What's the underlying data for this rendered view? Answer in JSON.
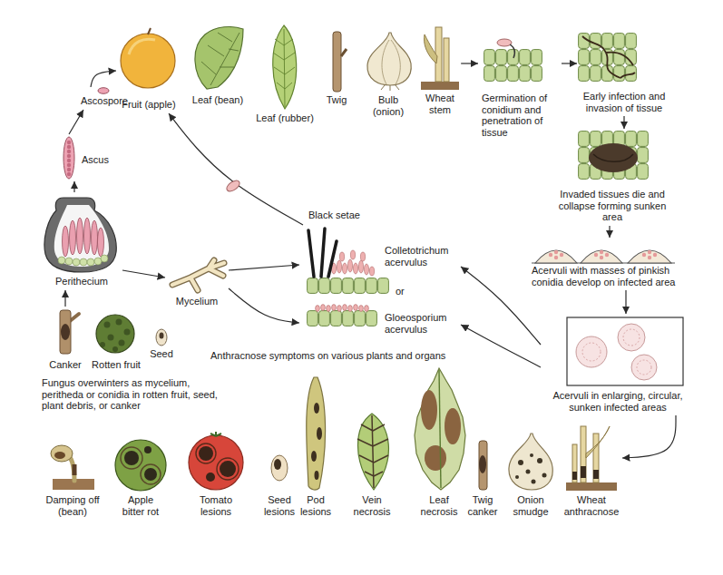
{
  "diagram": {
    "nodes": [
      {
        "text": [
          "Fruit (apple)"
        ]
      },
      {
        "text": [
          "Leaf (bean)"
        ]
      },
      {
        "text": [
          "Leaf (rubber)"
        ]
      },
      {
        "text": [
          "Twig"
        ]
      },
      {
        "text": [
          "Bulb (onion)"
        ]
      },
      {
        "text": [
          "Wheat stem"
        ]
      },
      {
        "text": [
          "Germination of conidium and penetration of tissue"
        ]
      },
      {
        "text": [
          "Early infection and invasion of tissue"
        ]
      },
      {
        "text": [
          "Ascospore"
        ]
      },
      {
        "text": [
          "Ascus"
        ]
      },
      {
        "text": [
          "Invaded tissues die and collapse forming sunken area"
        ]
      },
      {
        "text": [
          "Colletotrichum acervulus"
        ]
      },
      {
        "text": [
          "Perithecium"
        ]
      },
      {
        "text": [
          "Mycelium"
        ]
      },
      {
        "text": [
          "Acervuli with masses of pinkish conidia develop on infected area"
        ]
      },
      {
        "text": [
          "Gloeosporium acervulus"
        ]
      },
      {
        "text": [
          "Acervuli in enlarging, circular, sunken infected areas"
        ]
      },
      {
        "text": [
          "Canker"
        ]
      },
      {
        "text": [
          "Rotten fruit"
        ]
      },
      {
        "text": [
          "Seed"
        ]
      },
      {
        "text": [
          "Damping off (bean)"
        ]
      },
      {
        "text": [
          "Apple bitter rot"
        ]
      },
      {
        "text": [
          "Tomato lesions"
        ]
      },
      {
        "text": [
          "Seed lesions"
        ]
      },
      {
        "text": [
          "Pod lesions"
        ]
      },
      {
        "text": [
          "Vein necrosis"
        ]
      },
      {
        "text": [
          "Leaf necrosis"
        ]
      },
      {
        "text": [
          "Twig canker"
        ]
      },
      {
        "text": [
          "Onion smudge"
        ]
      },
      {
        "text": [
          "Wheat anthracnose"
        ]
      }
    ],
    "edges": [
      {
        "from": 5,
        "to": 6,
        "arrow": "to"
      },
      {
        "from": 6,
        "to": 7,
        "arrow": "to"
      },
      {
        "from": 7,
        "to": 10,
        "arrow": "to"
      },
      {
        "from": 10,
        "to": 14,
        "arrow": "to"
      },
      {
        "from": 14,
        "to": 16,
        "arrow": "to"
      },
      {
        "from": 16,
        "to": 11,
        "arrow": "to"
      },
      {
        "from": 16,
        "to": 15,
        "arrow": "to"
      },
      {
        "from": 16,
        "to": 29,
        "arrow": "to"
      },
      {
        "from": 13,
        "to": 11,
        "arrow": "to"
      },
      {
        "from": 13,
        "to": 15,
        "arrow": "to"
      },
      {
        "from": 12,
        "to": 13,
        "arrow": "to"
      },
      {
        "from": 12,
        "to": 9,
        "arrow": "to"
      },
      {
        "from": 9,
        "to": 8,
        "arrow": "to"
      },
      {
        "from": 8,
        "to": 0,
        "arrow": "to"
      },
      {
        "from": 11,
        "to": 0,
        "arrow": "to"
      },
      {
        "from": 17,
        "to": 12,
        "arrow": "to"
      }
    ],
    "labels": [
      "Black setae",
      "or",
      "Anthracnose symptoms on various plants and organs",
      "Fungus overwinters as mycelium, peritheda or conidia in rotten fruit, seed, plant debris, or canker"
    ]
  }
}
